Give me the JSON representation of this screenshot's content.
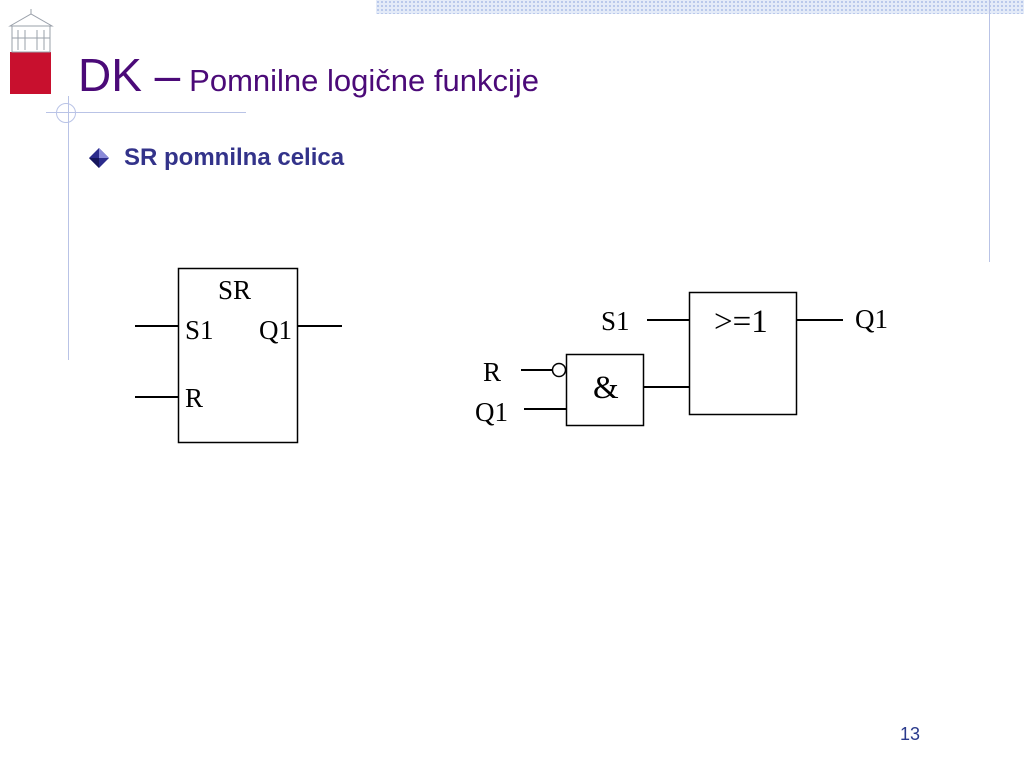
{
  "slide": {
    "title_main": "DK –",
    "title_sub": "Pomnilne logične funkcije",
    "bullet": "SR pomnilna celica",
    "page_number": "13"
  },
  "block_symbol": {
    "type_label": "SR",
    "input_set": "S1",
    "input_reset": "R",
    "output": "Q1"
  },
  "gate_circuit": {
    "or_gate_label": ">=1",
    "and_gate_label": "&",
    "or_input_label": "S1",
    "or_output_label": "Q1",
    "and_input_negated_label": "R",
    "and_input_feedback_label": "Q1"
  }
}
